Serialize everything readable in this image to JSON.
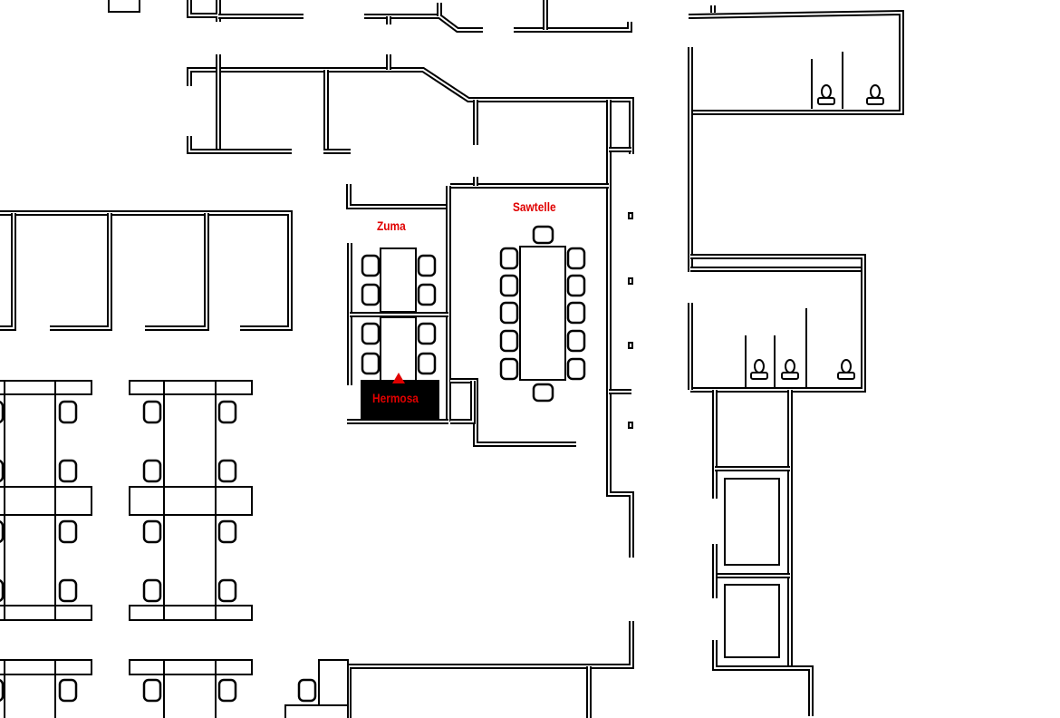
{
  "rooms": {
    "zuma": "Zuma",
    "sawtelle": "Sawtelle",
    "hermosa": "Hermosa"
  },
  "marker": {
    "icon": "location-triangle-icon",
    "room": "Hermosa"
  },
  "colors": {
    "label": "#e00000",
    "wall": "#000000",
    "highlight": "#000000"
  }
}
